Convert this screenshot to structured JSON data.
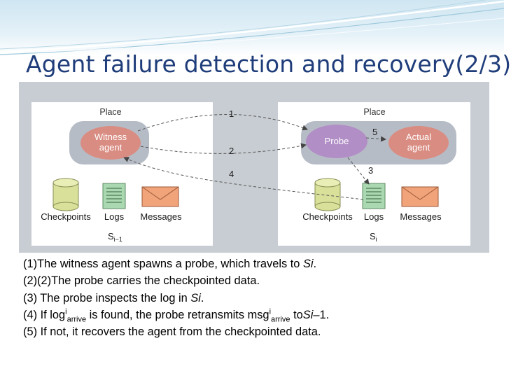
{
  "slide": {
    "title": "Agent failure detection and recovery(2/3)"
  },
  "diagram": {
    "left_place": {
      "label": "Place",
      "node": {
        "line1": "Witness",
        "line2": "agent"
      },
      "site_label": "S",
      "site_sub": "i−1",
      "items": [
        "Checkpoints",
        "Logs",
        "Messages"
      ]
    },
    "right_place": {
      "label": "Place",
      "nodes": [
        {
          "line1": "Probe",
          "line2": ""
        },
        {
          "line1": "Actual",
          "line2": "agent"
        }
      ],
      "site_label": "S",
      "site_sub": "i",
      "items": [
        "Checkpoints",
        "Logs",
        "Messages"
      ]
    },
    "arrows": [
      "1",
      "2",
      "3",
      "4",
      "5"
    ],
    "colors": {
      "node_fill": "#d98c82",
      "probe_fill": "#b18ec6",
      "place_band": "#b6bcc6",
      "db_fill": "#d8e09a",
      "log_fill": "#aad8b0",
      "msg_fill": "#f1a37a"
    }
  },
  "notes": [
    {
      "a": "(1)The witness agent spawns a probe, which travels to ",
      "b": "Si",
      "c": "."
    },
    {
      "a": "(2)(2)The probe carries the checkpointed data."
    },
    {
      "a": "(3) The probe inspects the log in ",
      "b": "Si",
      "c": "."
    },
    {
      "a": "(4) If log",
      "sup": "i",
      "sub": "arrive",
      "b": " is found, the probe retransmits msg",
      "sup2": "i",
      "sub2": "arrive",
      "c": " to",
      "d": "Si",
      "e": "–1."
    },
    {
      "a": "(5) If not, it recovers the agent from the checkpointed data."
    }
  ]
}
